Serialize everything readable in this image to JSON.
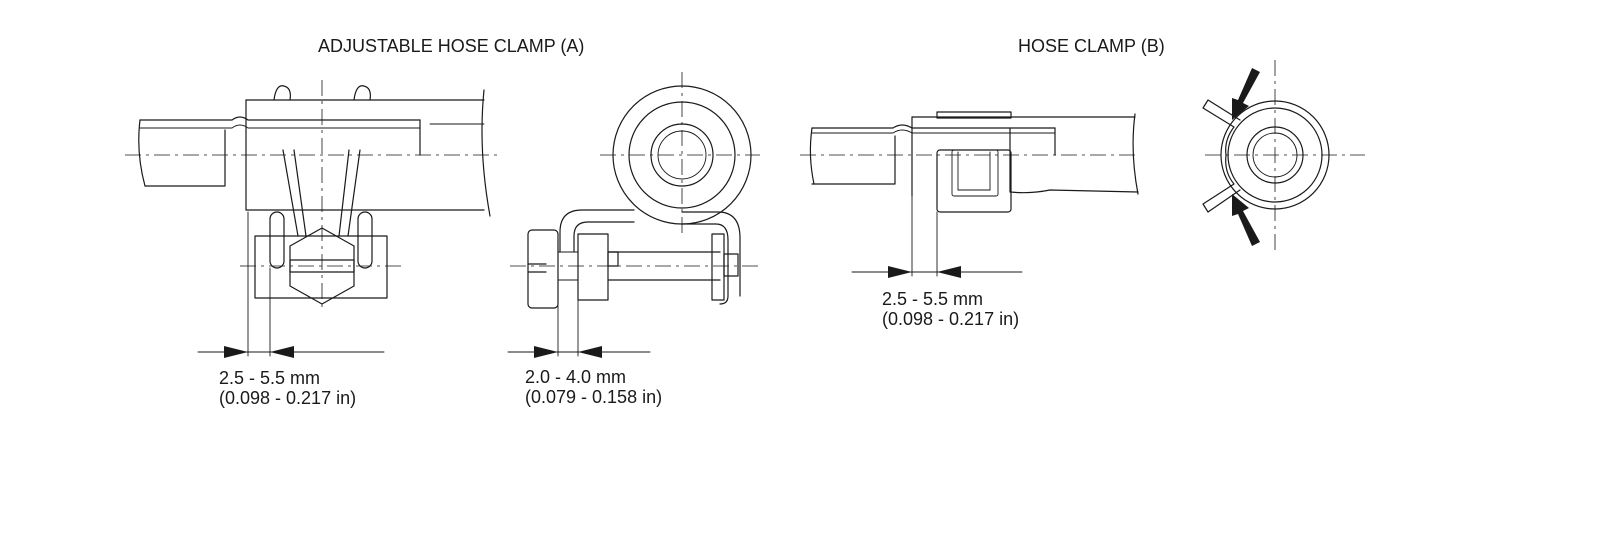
{
  "titles": {
    "clamp_a": "ADJUSTABLE HOSE CLAMP (A)",
    "clamp_b": "HOSE CLAMP (B)"
  },
  "dimensions": {
    "clamp_a_side": {
      "metric": "2.5 - 5.5 mm",
      "imperial": "(0.098 - 0.217 in)"
    },
    "clamp_a_end": {
      "metric": "2.0 - 4.0 mm",
      "imperial": "(0.079 - 0.158 in)"
    },
    "clamp_b_side": {
      "metric": "2.5 - 5.5 mm",
      "imperial": "(0.098 - 0.217 in)"
    }
  },
  "colors": {
    "line": "#1a1a1a",
    "background": "#ffffff"
  }
}
